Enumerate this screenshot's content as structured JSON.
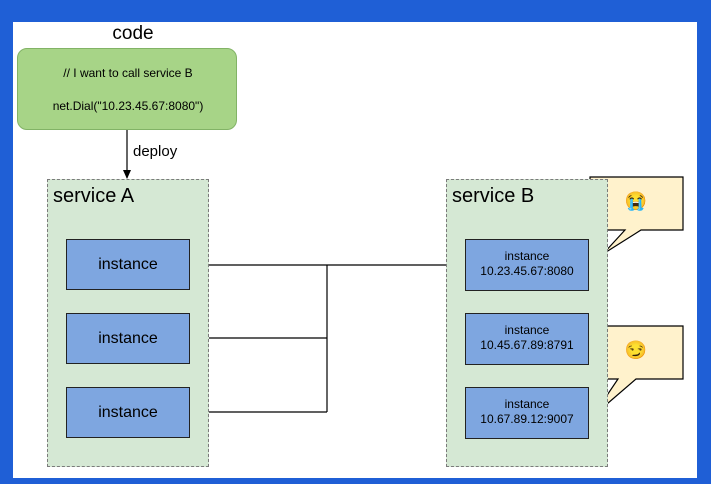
{
  "code": {
    "title": "code",
    "comment": "// I want to call service B",
    "call": "net.Dial(\"10.23.45.67:8080\")"
  },
  "deploy_label": "deploy",
  "service_a": {
    "title": "service A",
    "instances": [
      "instance",
      "instance",
      "instance"
    ]
  },
  "service_b": {
    "title": "service B",
    "instances": [
      {
        "label": "instance",
        "address": "10.23.45.67:8080"
      },
      {
        "label": "instance",
        "address": "10.45.67.89:8791"
      },
      {
        "label": "instance",
        "address": "10.67.89.12:9007"
      }
    ]
  },
  "callouts": [
    {
      "emoji": "😭"
    },
    {
      "emoji": "😏"
    }
  ],
  "colors": {
    "background": "#1f5fd6",
    "code_box": "#a7d487",
    "service_container": "#d5e8d4",
    "instance": "#7ea6e0",
    "callout": "#fff2cc"
  }
}
